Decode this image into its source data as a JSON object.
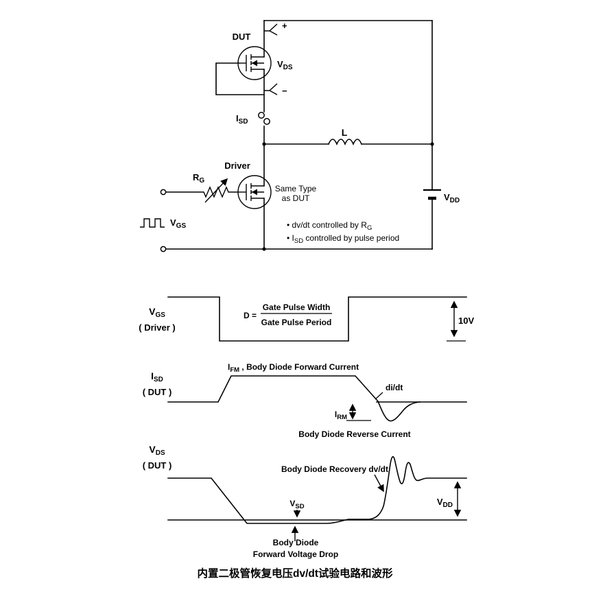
{
  "circuit": {
    "dut": "DUT",
    "driver": "Driver",
    "plus": "+",
    "minus": "−",
    "vds_v": "V",
    "vds_sub": "DS",
    "isd_i": "I",
    "isd_sub": "SD",
    "inductor": "L",
    "rg_r": "R",
    "rg_sub": "G",
    "same_type_line1": "Same Type",
    "same_type_line2": "as DUT",
    "vgs_v": "V",
    "vgs_sub": "GS",
    "vdd_v": "V",
    "vdd_sub": "DD",
    "note1_pre": "• dv/dt controlled by  R",
    "note1_sub": "G",
    "note2_pre": "• I",
    "note2_sub": "SD",
    "note2_post": " controlled by pulse period"
  },
  "wf1": {
    "label_v": "V",
    "label_sub": "GS",
    "sublabel": "( Driver )",
    "d_label": "D =",
    "numerator": "Gate Pulse Width",
    "denominator": "Gate Pulse Period",
    "amplitude": "10V"
  },
  "wf2": {
    "label_i": "I",
    "label_sub": "SD",
    "sublabel": "( DUT )",
    "ifm_i": "I",
    "ifm_sub": "FM",
    "ifm_rest": " , Body Diode Forward Current",
    "didt": "di/dt",
    "irm_i": "I",
    "irm_sub": "RM",
    "reverse_label": "Body Diode Reverse Current"
  },
  "wf3": {
    "label_v": "V",
    "label_sub": "DS",
    "sublabel": "( DUT )",
    "recovery_label": "Body Diode Recovery dv/dt",
    "vsd_v": "V",
    "vsd_sub": "SD",
    "vdd_v": "V",
    "vdd_sub": "DD",
    "drop_line1": "Body Diode",
    "drop_line2": "Forward Voltage Drop"
  },
  "caption": "内置二极管恢复电压dv/dt试验电路和波形"
}
